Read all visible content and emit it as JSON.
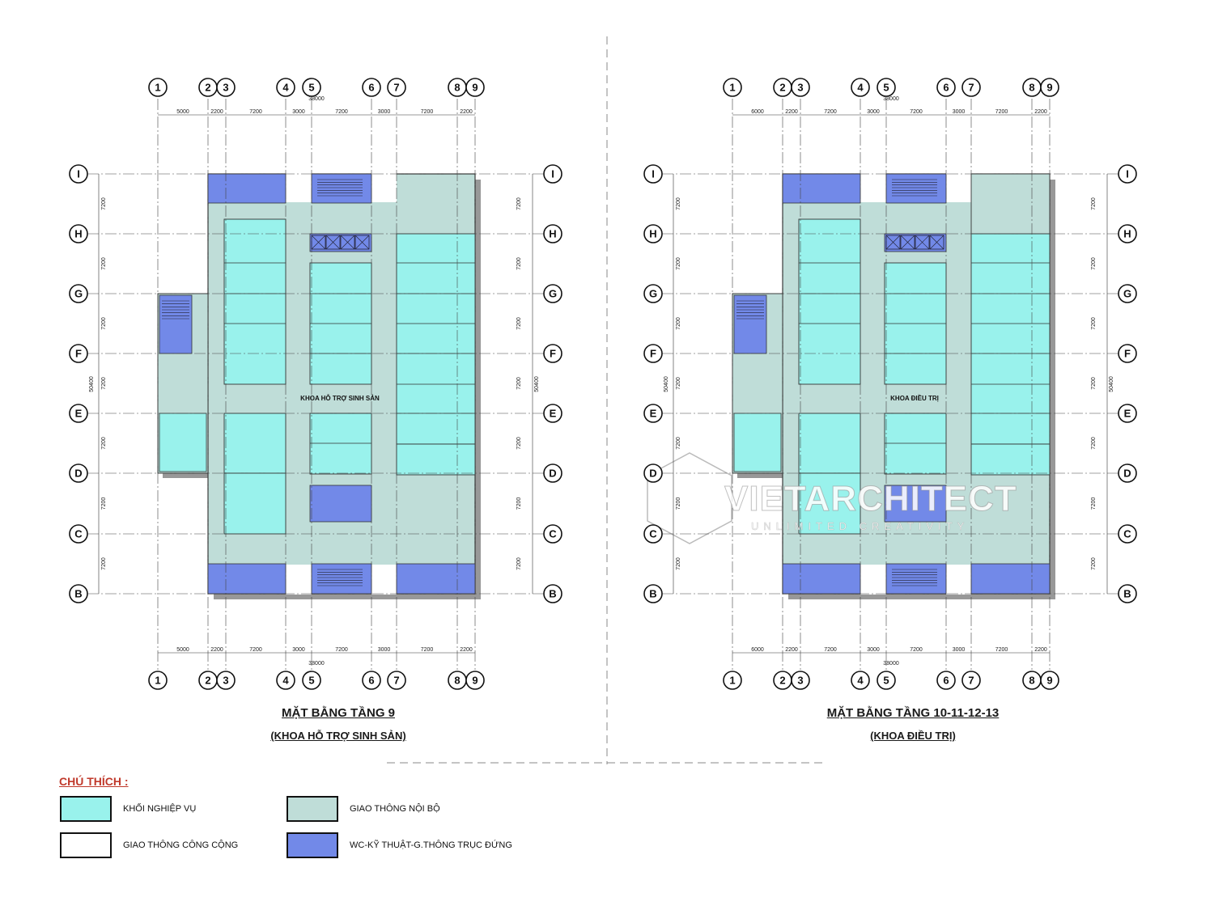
{
  "axes_top": [
    "1",
    "2",
    "3",
    "4",
    "5",
    "6",
    "7",
    "8",
    "9"
  ],
  "axes_side": [
    "I",
    "H",
    "G",
    "F",
    "E",
    "D",
    "C",
    "B"
  ],
  "plans": [
    {
      "dims": [
        "5000",
        "2200",
        "7200",
        "3000",
        "7200",
        "3000",
        "7200",
        "2200"
      ],
      "dims_right": [
        "5000",
        "2200",
        "7200",
        "3000",
        "7200",
        "3000",
        "7200",
        "2200"
      ],
      "total_width": "38000",
      "side_dims": [
        "7200",
        "7200",
        "7200",
        "7200",
        "7200",
        "7200",
        "7200"
      ],
      "total_height": "50400",
      "room_label": "KHOA HỖ TRỢ SINH SẢN",
      "title": "MẶT BẰNG TẦNG 9",
      "subtitle": "(KHOA HỖ TRỢ SINH SẢN)"
    },
    {
      "dims": [
        "6000",
        "2200",
        "7200",
        "3000",
        "7200",
        "3000",
        "7200",
        "2200"
      ],
      "total_width": "38000",
      "side_dims": [
        "7200",
        "7200",
        "7200",
        "7200",
        "7200",
        "7200",
        "7200"
      ],
      "total_height": "50400",
      "room_label": "KHOA ĐIỀU TRỊ",
      "title": "MẶT BẰNG TẦNG 10-11-12-13",
      "subtitle": "(KHOA ĐIỀU TRỊ)"
    }
  ],
  "legend": {
    "title": "CHÚ THÍCH :",
    "items": [
      {
        "label": "KHỐI NGHIỆP VỤ",
        "color": "#99F2EC"
      },
      {
        "label": "GIAO THÔNG NỘI BỘ",
        "color": "#BFDDD8"
      },
      {
        "label": "GIAO THÔNG CÔNG CỘNG",
        "color": "#FFFFFF"
      },
      {
        "label": "WC-KỸ THUẬT-G.THÔNG TRỤC ĐỨNG",
        "color": "#7289E8"
      }
    ]
  },
  "watermark": {
    "name": "VIETARCHITECT",
    "tagline": "UNLIMITED CREATIVITY"
  },
  "colors": {
    "work": "#99F2EC",
    "corridor": "#BFDDD8",
    "public": "#FFFFFF",
    "service": "#7289E8",
    "grid": "#444444"
  }
}
